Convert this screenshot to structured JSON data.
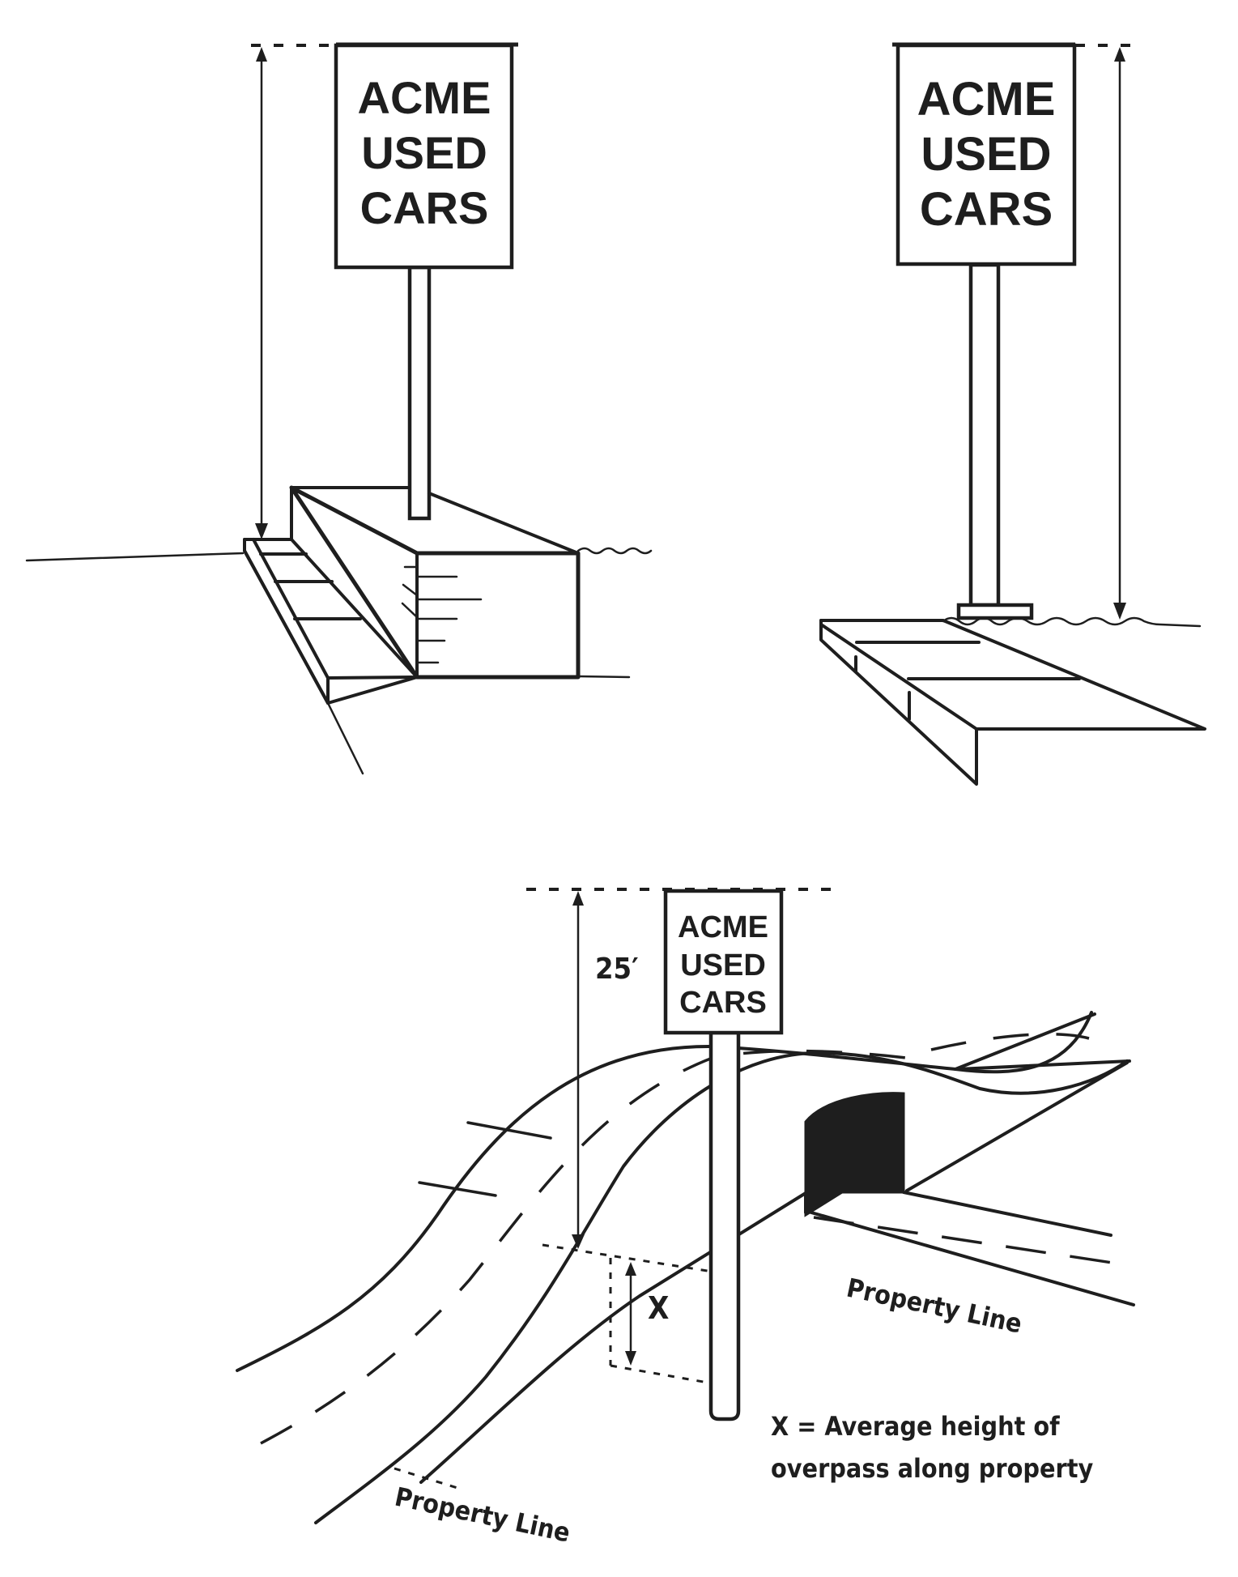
{
  "figures": {
    "left_sign": {
      "lines": [
        "ACME",
        "USED",
        "CARS"
      ]
    },
    "right_sign": {
      "lines": [
        "ACME",
        "USED",
        "CARS"
      ]
    },
    "overpass_sign": {
      "lines": [
        "ACME",
        "USED",
        "CARS"
      ],
      "height_label": "25′",
      "x_label": "X",
      "property_line_label_right": "Property Line",
      "property_line_label_left": "Property Line",
      "legend_line1": "X = Average height of",
      "legend_line2": "overpass along property"
    }
  },
  "colors": {
    "ink": "#1e1e1e",
    "background": "#ffffff",
    "tunnel": "#1e1e1e"
  }
}
